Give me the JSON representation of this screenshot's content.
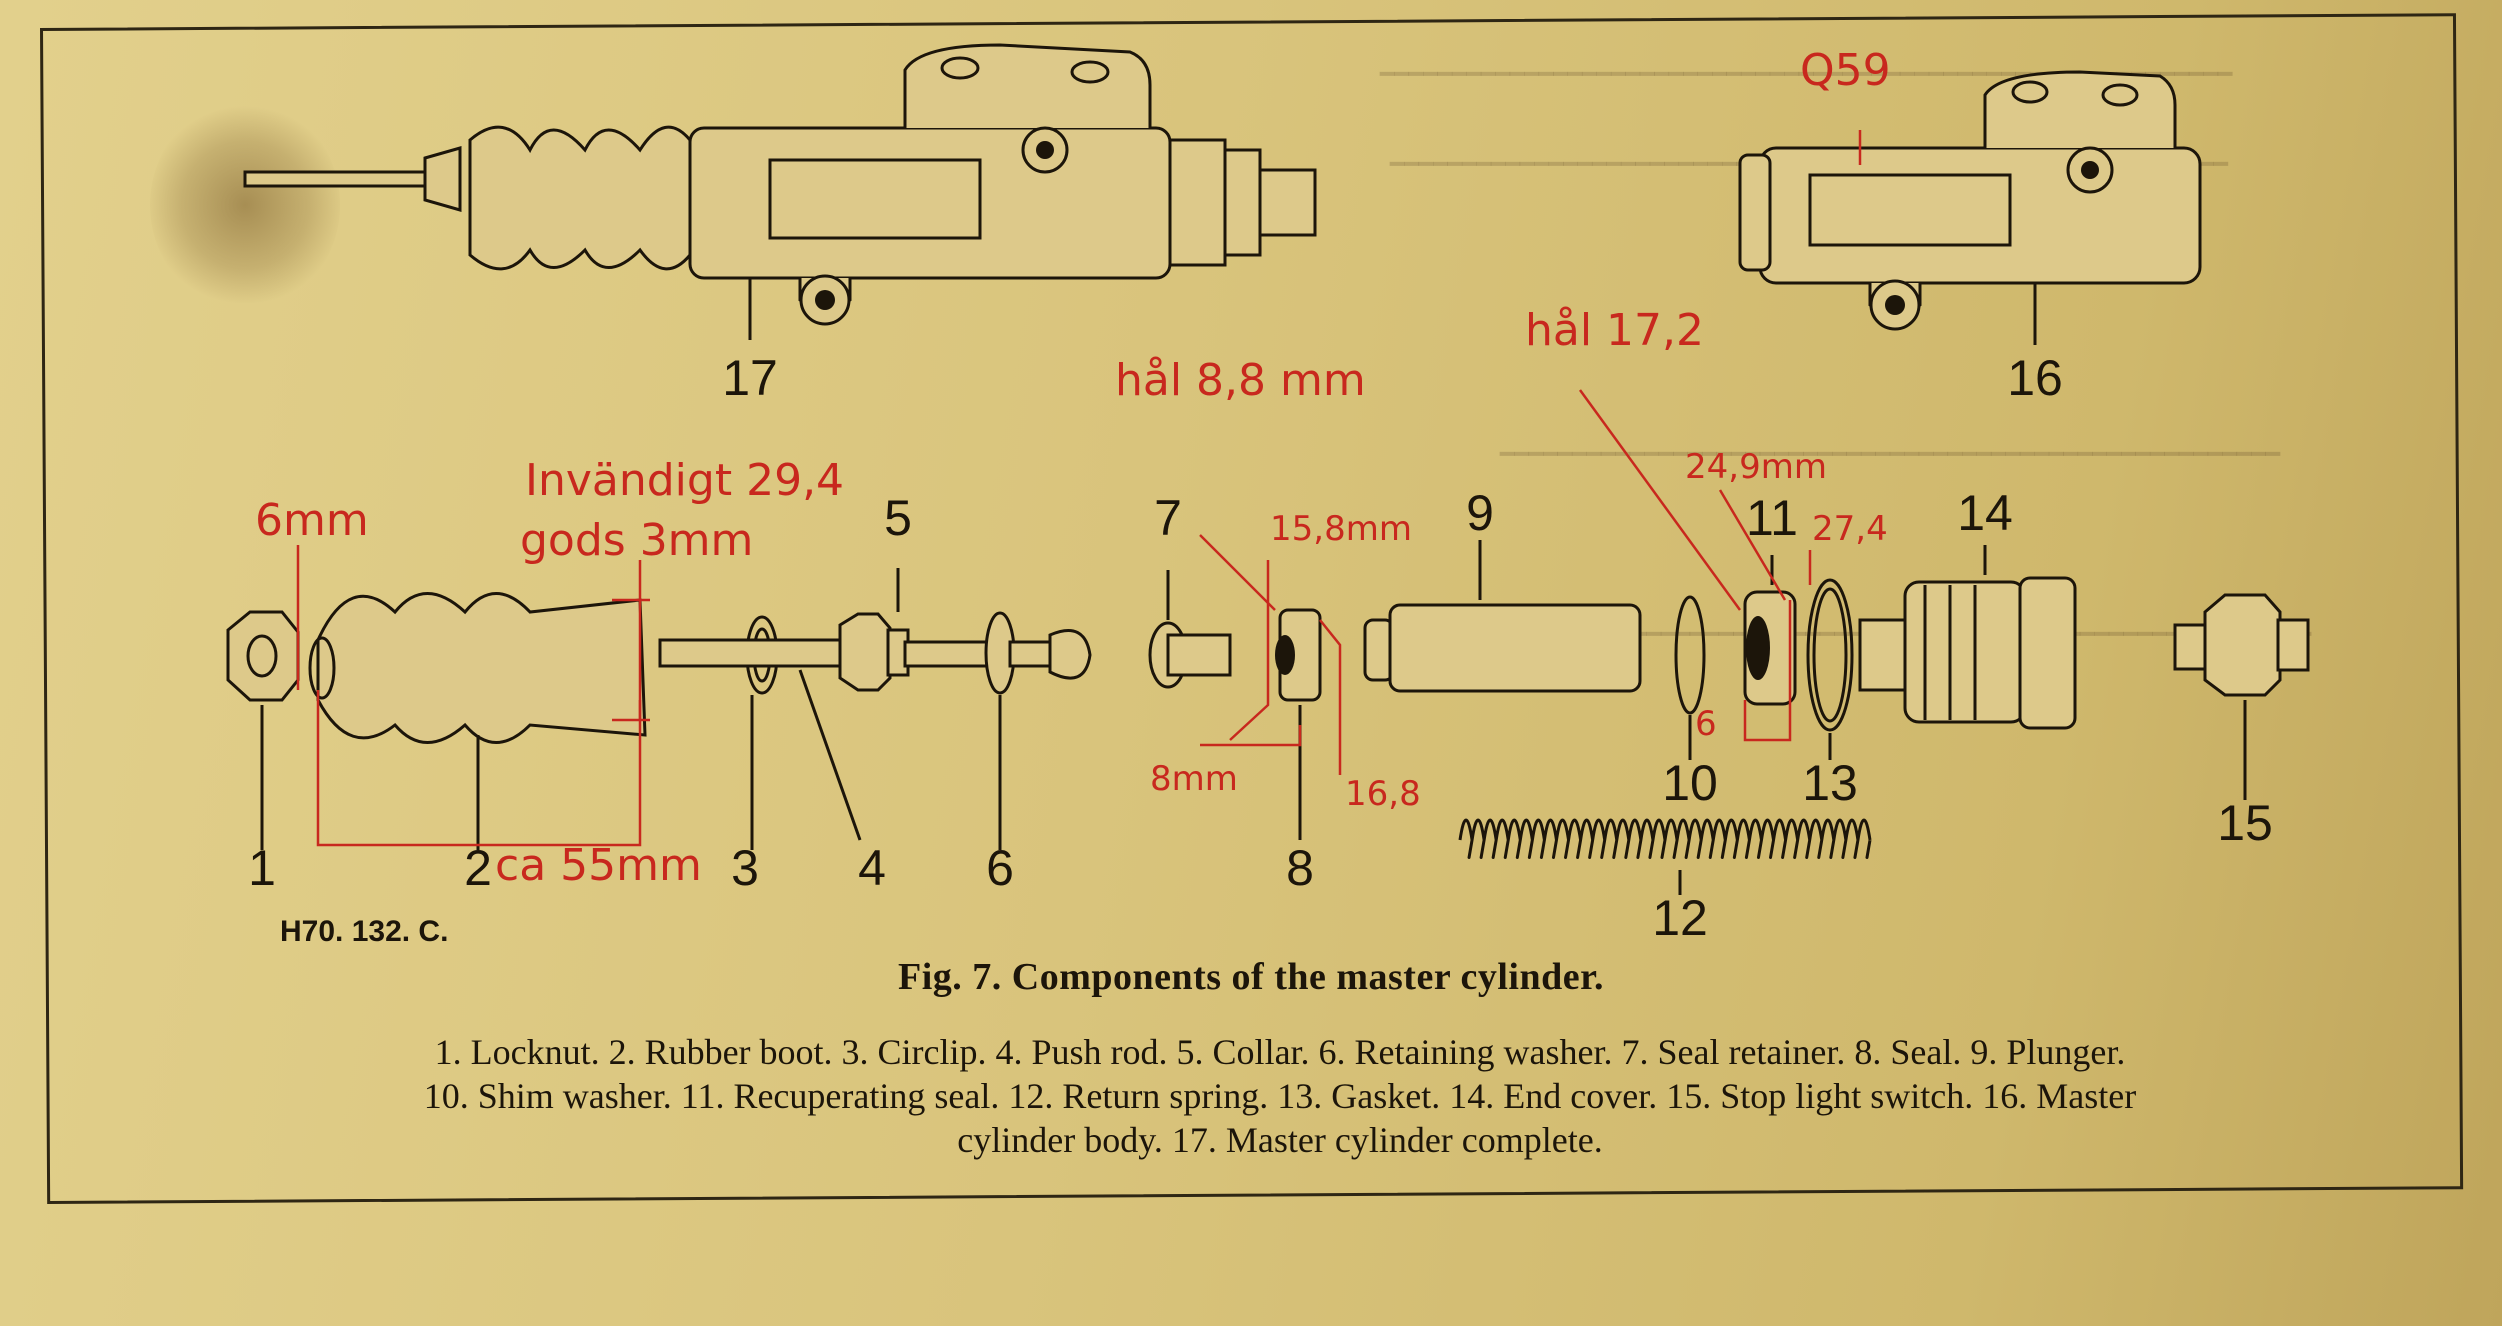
{
  "figure": {
    "ref_code": "H70. 132. C.",
    "title": "Fig. 7.  Components of the master cylinder.",
    "caption_lines": [
      "1. Locknut.  2. Rubber boot.  3. Circlip.  4. Push rod.  5. Collar.  6. Retaining washer.  7. Seal retainer.  8. Seal.  9. Plunger.",
      "10. Shim washer.   11. Recuperating seal.  12. Return spring.  13. Gasket.  14. End cover.  15. Stop light switch.  16. Master",
      "cylinder body.  17. Master cylinder complete."
    ]
  },
  "part_numbers": {
    "p1": "1",
    "p2": "2",
    "p3": "3",
    "p4": "4",
    "p5": "5",
    "p6": "6",
    "p7": "7",
    "p8": "8",
    "p9": "9",
    "p10": "10",
    "p11": "11",
    "p12": "12",
    "p13": "13",
    "p14": "14",
    "p15": "15",
    "p16": "16",
    "p17": "17"
  },
  "annotations": {
    "q59": "Q59",
    "hal_17_2": "hål 17,2",
    "hal_8_8": "hål 8,8 mm",
    "invandigt": "Invändigt 29,4",
    "gods": "gods 3mm",
    "six_mm": "6mm",
    "d15_8": "15,8mm",
    "d8mm": "8mm",
    "d16_8": "16,8",
    "d24_9": "24,9mm",
    "d27_4": "27,4",
    "d6": "6",
    "ca55": "ca 55mm"
  },
  "colors": {
    "ink": "#1c150a",
    "annotation_red": "#c8281e",
    "paper": "#dcc883"
  }
}
